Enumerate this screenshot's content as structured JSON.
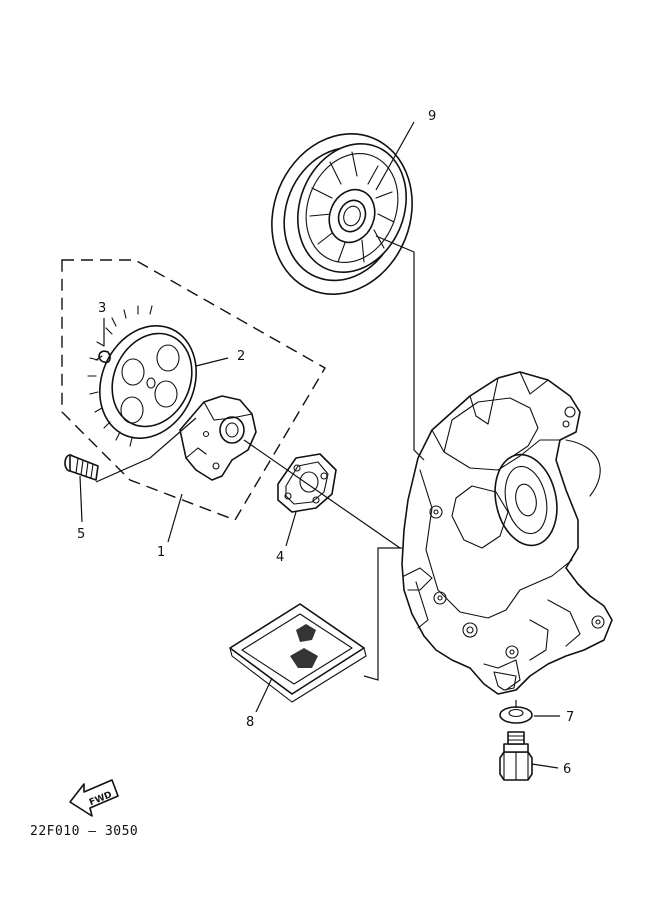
{
  "diagram": {
    "callouts": {
      "part_1": "1",
      "part_2": "2",
      "part_3": "3",
      "part_4": "4",
      "part_5": "5",
      "part_6": "6",
      "part_7": "7",
      "part_8": "8",
      "part_9": "9"
    },
    "direction_badge": "FWD",
    "drawing_code": "22F010 – 3050"
  }
}
